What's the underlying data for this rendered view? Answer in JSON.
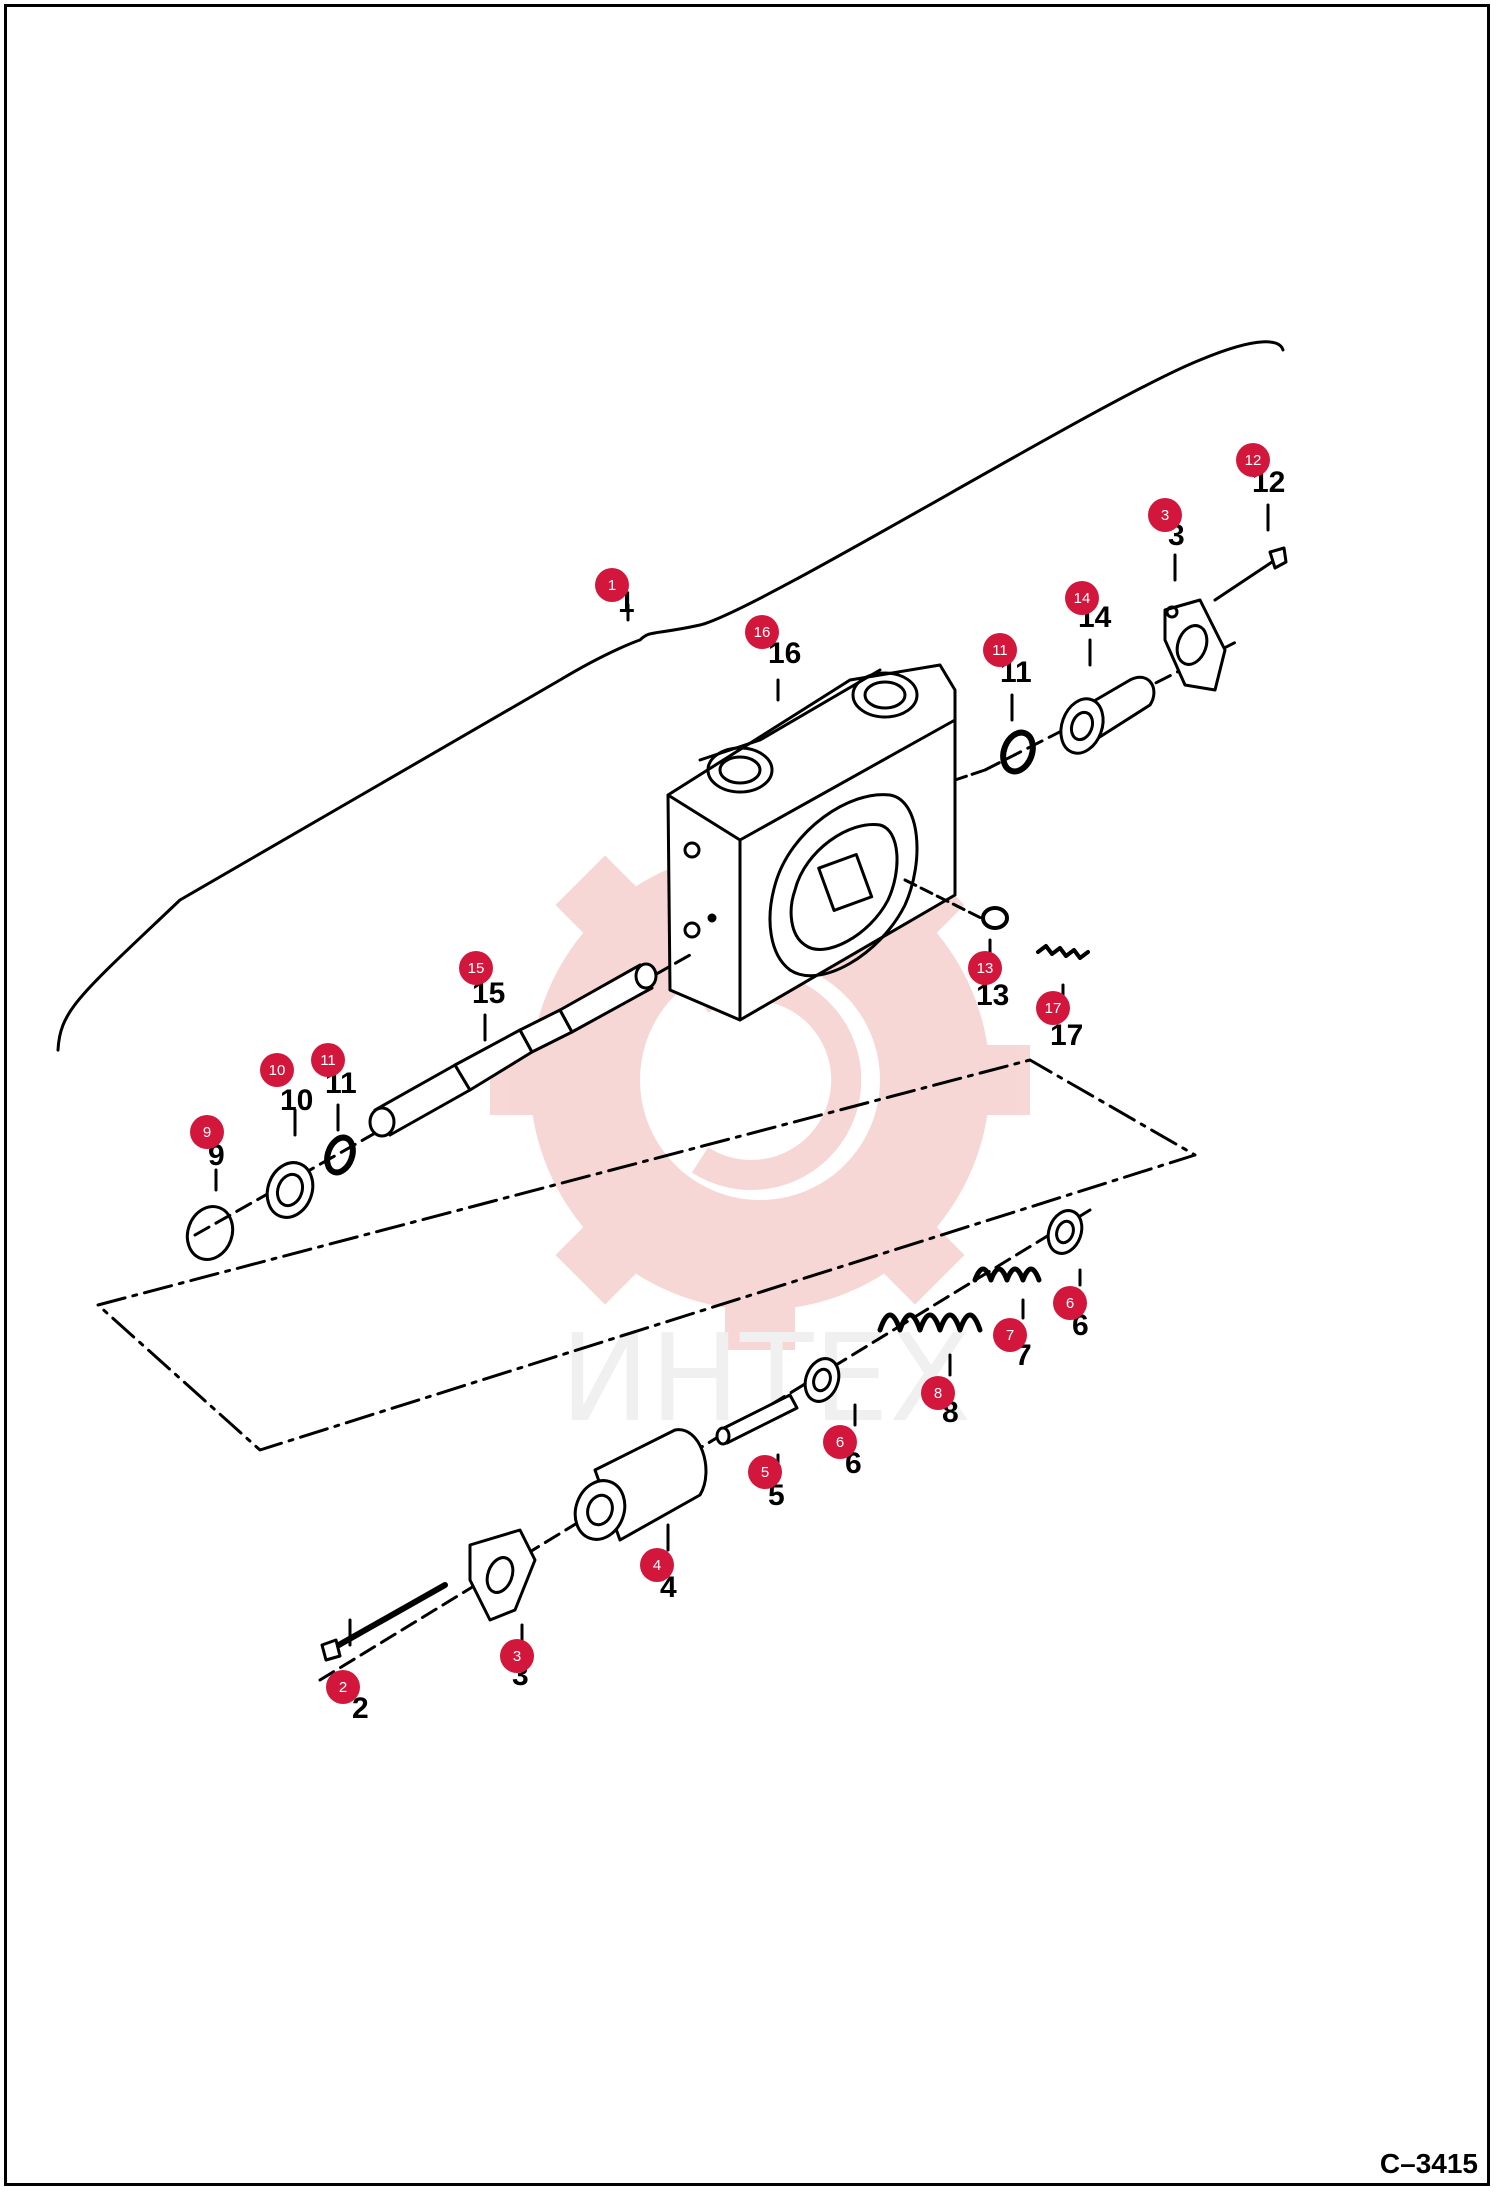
{
  "figure": {
    "code": "C–3415"
  },
  "watermark": {
    "text": "ИНТЕХ",
    "color": "#f2b6b6"
  },
  "colors": {
    "marker": "#d3173c",
    "line": "#000000"
  },
  "parts": [
    {
      "id": "1",
      "label": "1",
      "marker": "1"
    },
    {
      "id": "2",
      "label": "2",
      "marker": "2"
    },
    {
      "id": "3a",
      "label": "3",
      "marker": "3"
    },
    {
      "id": "3b",
      "label": "3",
      "marker": "3"
    },
    {
      "id": "4",
      "label": "4",
      "marker": "4"
    },
    {
      "id": "5",
      "label": "5",
      "marker": "5"
    },
    {
      "id": "6a",
      "label": "6",
      "marker": "6"
    },
    {
      "id": "6b",
      "label": "6",
      "marker": "6"
    },
    {
      "id": "7",
      "label": "7",
      "marker": "7"
    },
    {
      "id": "8",
      "label": "8",
      "marker": "8"
    },
    {
      "id": "9",
      "label": "9",
      "marker": "9"
    },
    {
      "id": "10",
      "label": "10",
      "marker": "10"
    },
    {
      "id": "11a",
      "label": "11",
      "marker": "11"
    },
    {
      "id": "11b",
      "label": "11",
      "marker": "11"
    },
    {
      "id": "12",
      "label": "12",
      "marker": "12"
    },
    {
      "id": "13",
      "label": "13",
      "marker": "13"
    },
    {
      "id": "14",
      "label": "14",
      "marker": "14"
    },
    {
      "id": "15",
      "label": "15",
      "marker": "15"
    },
    {
      "id": "16",
      "label": "16",
      "marker": "16"
    },
    {
      "id": "17",
      "label": "17",
      "marker": "17"
    }
  ]
}
